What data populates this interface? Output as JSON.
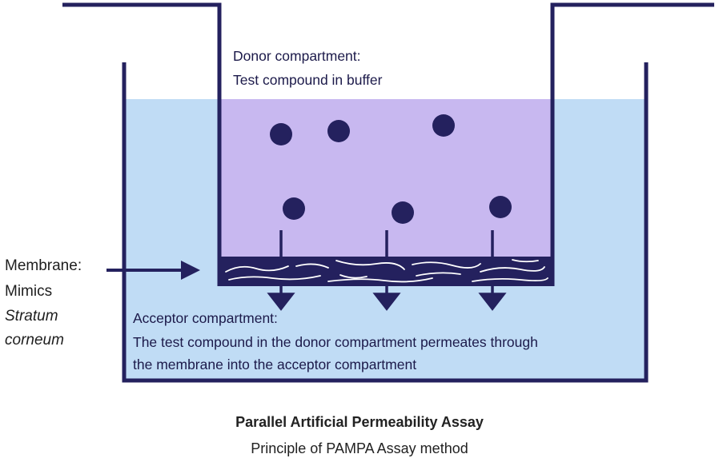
{
  "colors": {
    "outline": "#24215e",
    "acceptor_fill": "#c0dcf5",
    "donor_fill": "#c8b8f0",
    "membrane": "#24215e",
    "text": "#1c1a4a"
  },
  "donor": {
    "line1": "Donor compartment:",
    "line2": "Test compound in buffer"
  },
  "acceptor": {
    "line1": "Acceptor compartment:",
    "line2": "The test compound in the donor compartment permeates through",
    "line3": "the membrane into the acceptor compartment"
  },
  "membrane_label": {
    "line1": "Membrane:",
    "line2": "Mimics",
    "line3": "Stratum",
    "line4": "corneum"
  },
  "caption": {
    "title": "Parallel Artificial Permeability Assay",
    "subtitle": "Principle of PAMPA Assay method"
  }
}
